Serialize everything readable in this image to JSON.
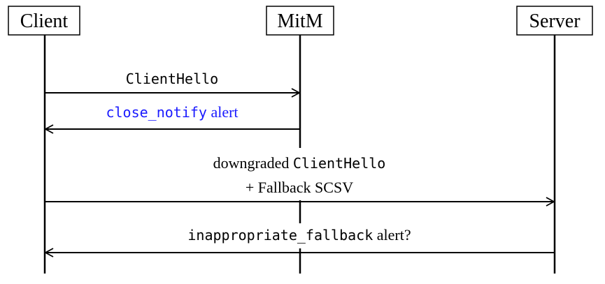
{
  "actors": {
    "client": "Client",
    "mitm": "MitM",
    "server": "Server"
  },
  "messages": {
    "m1": {
      "code": "ClientHello"
    },
    "m2": {
      "code": "close_notify",
      "text": " alert",
      "color": "#1a1aff"
    },
    "m3": {
      "text": "downgraded ",
      "code": "ClientHello",
      "line2": "+ Fallback SCSV"
    },
    "m4": {
      "code": "inappropriate_fallback",
      "text": " alert?"
    }
  }
}
